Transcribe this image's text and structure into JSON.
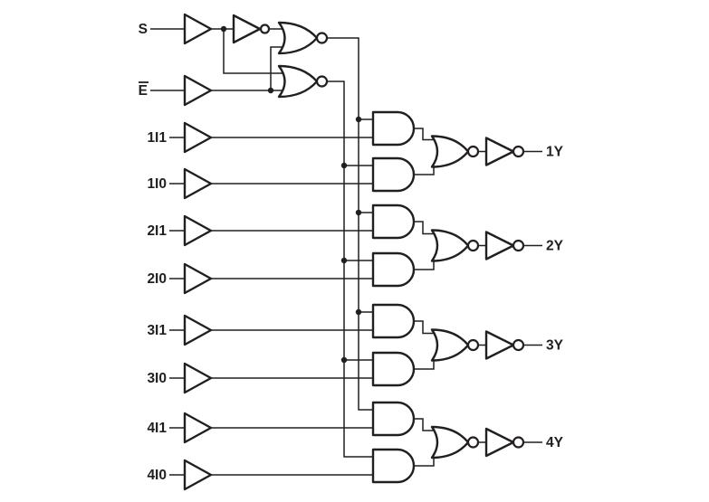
{
  "figure": {
    "kind": "logic-diagram",
    "description": "Quad 2-input multiplexer logic diagram: common select and enable drive four AND-NOR-inverter data sections",
    "colors": {
      "background": "#ffffff",
      "line": "#231f20",
      "text": "#231f20"
    },
    "inputs": {
      "select": {
        "label": "S",
        "overline": false
      },
      "enable": {
        "label": "E",
        "overline": true
      },
      "data": [
        {
          "label": "1I1"
        },
        {
          "label": "1I0"
        },
        {
          "label": "2I1"
        },
        {
          "label": "2I0"
        },
        {
          "label": "3I1"
        },
        {
          "label": "3I0"
        },
        {
          "label": "4I1"
        },
        {
          "label": "4I0"
        }
      ]
    },
    "outputs": [
      {
        "label": "1Y"
      },
      {
        "label": "2Y"
      },
      {
        "label": "3Y"
      },
      {
        "label": "4Y"
      }
    ],
    "gate_inventory": {
      "input_buffers": 10,
      "inverters": 5,
      "nor_gates": 6,
      "and_gates": 8
    },
    "mux_sections": [
      {
        "inputs": [
          "1I1",
          "1I0"
        ],
        "output": "1Y"
      },
      {
        "inputs": [
          "2I1",
          "2I0"
        ],
        "output": "2Y"
      },
      {
        "inputs": [
          "3I1",
          "3I0"
        ],
        "output": "3Y"
      },
      {
        "inputs": [
          "4I1",
          "4I0"
        ],
        "output": "4Y"
      }
    ]
  }
}
